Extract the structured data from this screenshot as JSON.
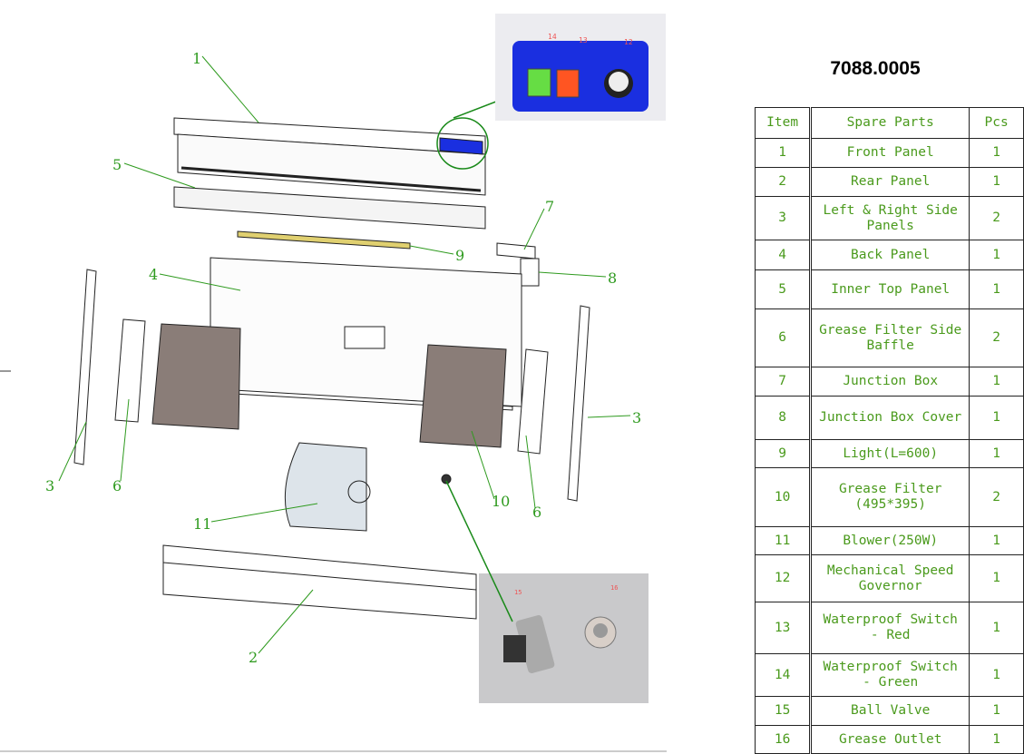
{
  "model_number": "7088.0005",
  "table": {
    "headers": [
      "Item",
      "Spare Parts",
      "Pcs"
    ],
    "rows": [
      {
        "item": "1",
        "part": "Front Panel",
        "pcs": "1"
      },
      {
        "item": "2",
        "part": "Rear Panel",
        "pcs": "1"
      },
      {
        "item": "3",
        "part": "Left & Right Side Panels",
        "pcs": "2"
      },
      {
        "item": "4",
        "part": "Back Panel",
        "pcs": "1"
      },
      {
        "item": "5",
        "part": "Inner Top Panel",
        "pcs": "1"
      },
      {
        "item": "6",
        "part": "Grease Filter Side Baffle",
        "pcs": "2"
      },
      {
        "item": "7",
        "part": "Junction Box",
        "pcs": "1"
      },
      {
        "item": "8",
        "part": "Junction Box Cover",
        "pcs": "1"
      },
      {
        "item": "9",
        "part": "Light(L=600)",
        "pcs": "1"
      },
      {
        "item": "10",
        "part": "Grease Filter (495*395)",
        "pcs": "2"
      },
      {
        "item": "11",
        "part": "Blower(250W)",
        "pcs": "1"
      },
      {
        "item": "12",
        "part": "Mechanical Speed Governor",
        "pcs": "1"
      },
      {
        "item": "13",
        "part": "Waterproof Switch - Red",
        "pcs": "1"
      },
      {
        "item": "14",
        "part": "Waterproof Switch - Green",
        "pcs": "1"
      },
      {
        "item": "15",
        "part": "Ball Valve",
        "pcs": "1"
      },
      {
        "item": "16",
        "part": "Grease Outlet",
        "pcs": "1"
      }
    ]
  },
  "callouts": {
    "c1": "1",
    "c2": "2",
    "c3a": "3",
    "c3b": "3",
    "c4": "4",
    "c5": "5",
    "c6a": "6",
    "c6b": "6",
    "c7": "7",
    "c8": "8",
    "c9": "9",
    "c10": "10",
    "c11": "11",
    "p12": "12",
    "p13": "13",
    "p14": "14",
    "p15": "15",
    "p16": "16"
  },
  "colors": {
    "callout": "#2e9a1e",
    "panel": "#1a2fe0",
    "switch_green": "#66dd44",
    "switch_red": "#ff5522"
  }
}
